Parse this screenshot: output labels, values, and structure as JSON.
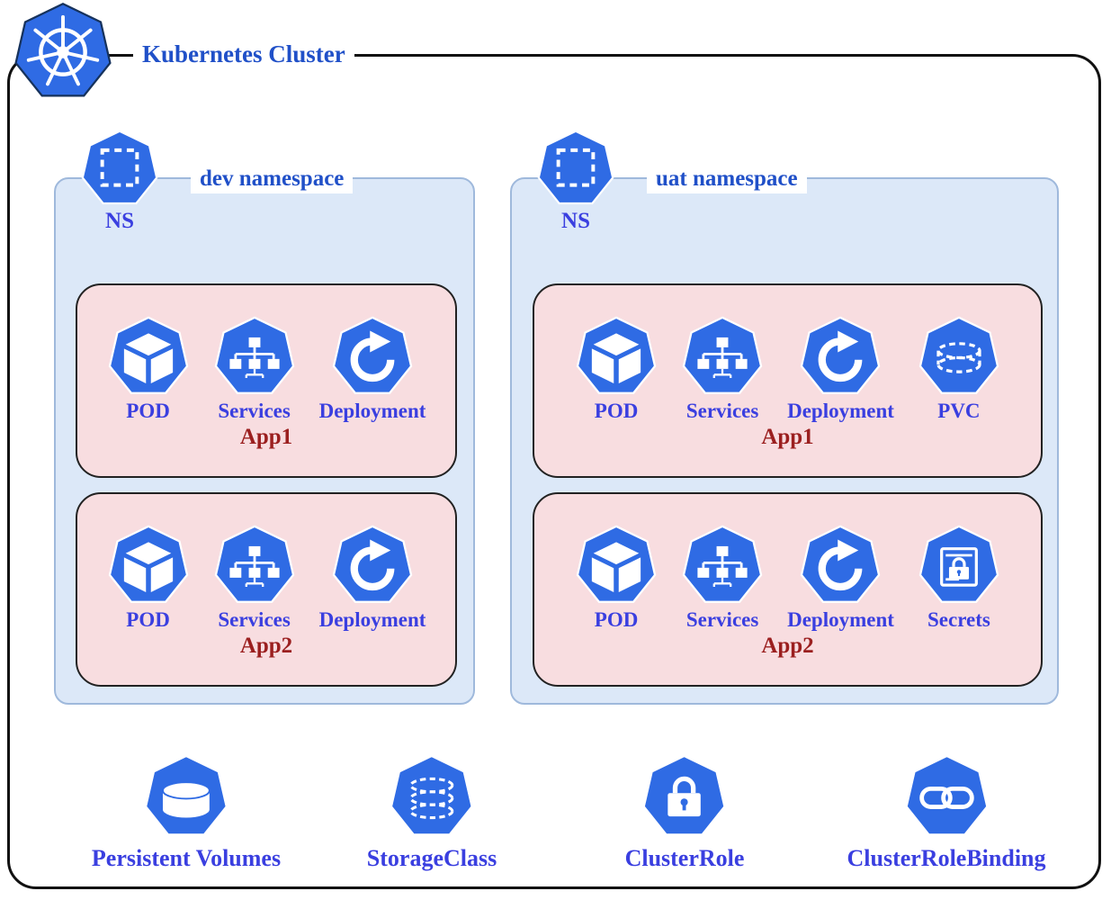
{
  "title": "Kubernetes Cluster",
  "colors": {
    "k8s-blue": "#2f6be4",
    "label-blue": "#3a3fe0",
    "title-blue": "#2050c8",
    "app-red": "#9b1f1f",
    "namespace-bg": "#dce8f8",
    "namespace-border": "#9fb9dc",
    "app-bg": "#f8dde0",
    "cluster-border": "#111111"
  },
  "namespaces": [
    {
      "title": "dev namespace",
      "ns_label": "NS",
      "apps": [
        {
          "name": "App1",
          "resources": [
            {
              "label": "POD",
              "icon": "pod-icon"
            },
            {
              "label": "Services",
              "icon": "services-icon"
            },
            {
              "label": "Deployment",
              "icon": "deployment-icon"
            }
          ]
        },
        {
          "name": "App2",
          "resources": [
            {
              "label": "POD",
              "icon": "pod-icon"
            },
            {
              "label": "Services",
              "icon": "services-icon"
            },
            {
              "label": "Deployment",
              "icon": "deployment-icon"
            }
          ]
        }
      ]
    },
    {
      "title": "uat namespace",
      "ns_label": "NS",
      "apps": [
        {
          "name": "App1",
          "resources": [
            {
              "label": "POD",
              "icon": "pod-icon"
            },
            {
              "label": "Services",
              "icon": "services-icon"
            },
            {
              "label": "Deployment",
              "icon": "deployment-icon"
            },
            {
              "label": "PVC",
              "icon": "pvc-icon"
            }
          ]
        },
        {
          "name": "App2",
          "resources": [
            {
              "label": "POD",
              "icon": "pod-icon"
            },
            {
              "label": "Services",
              "icon": "services-icon"
            },
            {
              "label": "Deployment",
              "icon": "deployment-icon"
            },
            {
              "label": "Secrets",
              "icon": "secrets-icon"
            }
          ]
        }
      ]
    }
  ],
  "cluster_resources": [
    {
      "label": "Persistent Volumes",
      "icon": "persistent-volume-icon"
    },
    {
      "label": "StorageClass",
      "icon": "storage-class-icon"
    },
    {
      "label": "ClusterRole",
      "icon": "cluster-role-icon"
    },
    {
      "label": "ClusterRoleBinding",
      "icon": "cluster-role-binding-icon"
    }
  ]
}
